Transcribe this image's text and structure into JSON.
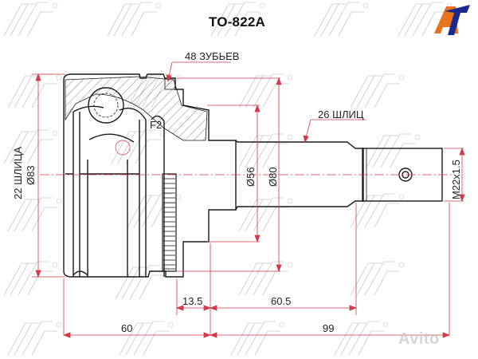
{
  "title": "TO-822A",
  "logo": {
    "text": "AT",
    "colors": {
      "primary": "#e8731e",
      "secondary": "#1a2a8c"
    }
  },
  "watermark": {
    "brand": "SAT",
    "repeat": true,
    "stroke_color": "#bdbdbd"
  },
  "callouts": {
    "teeth": "48 ЗУБЬЕВ",
    "outer_splines": "26 ШЛИЦ",
    "ball_label": "F2"
  },
  "dimensions": {
    "inner_splines": "22 ШЛИЦА",
    "outer_diameter": "Ø83",
    "d56": "Ø56",
    "d80": "Ø80",
    "thread": "M22x1.5",
    "len_13_5": "13.5",
    "len_60_5": "60.5",
    "len_60": "60",
    "len_99": "99"
  },
  "colors": {
    "dimension_line": "#d23a4a",
    "outline": "#1a1a1a",
    "centerline": "#d23a4a"
  },
  "footer_watermark": "Avito"
}
